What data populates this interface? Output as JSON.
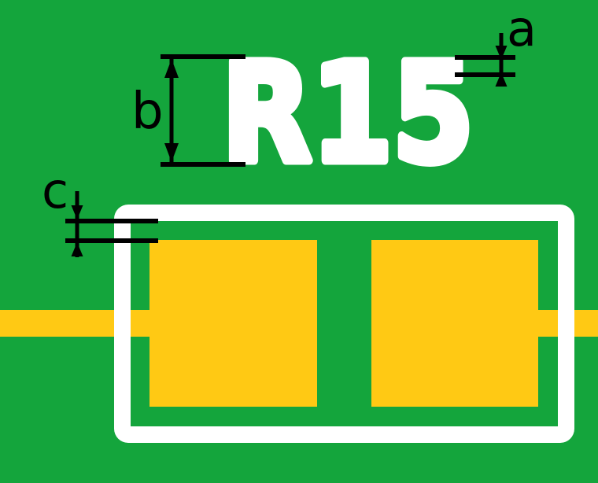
{
  "diagram": {
    "type": "pcb-footprint-dimension-diagram",
    "silkscreen_label": "R15",
    "dimension_labels": {
      "a": "a",
      "b": "b",
      "c": "c"
    }
  },
  "colors": {
    "board": "#14A53C",
    "copper": "#FFC914",
    "silk": "#FFFFFF",
    "dim": "#000000"
  }
}
